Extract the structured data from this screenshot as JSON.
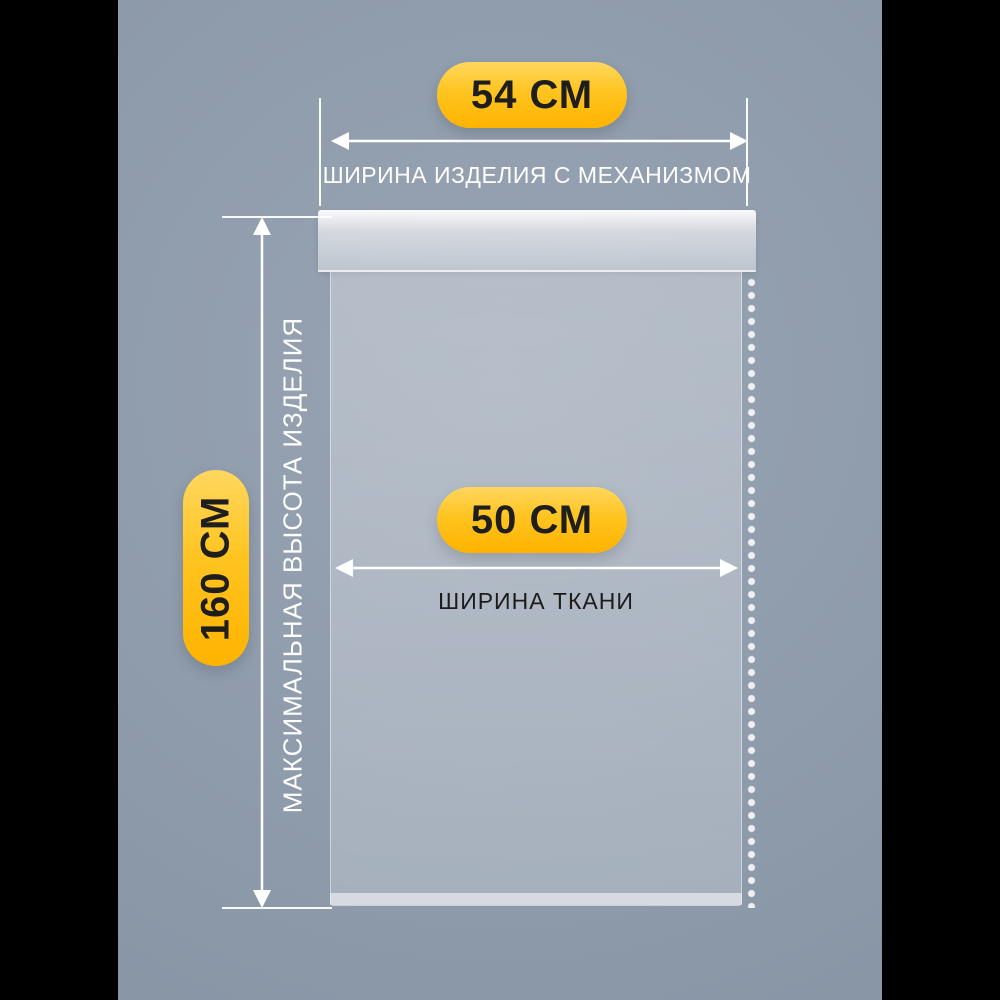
{
  "diagram": {
    "title_context": "roller-blind-dimensions",
    "dimensions": {
      "width_with_mechanism": {
        "value": "54 СМ",
        "label": "ШИРИНА ИЗДЕЛИЯ С МЕХАНИЗМОМ"
      },
      "max_height": {
        "value": "160 СМ",
        "label": "МАКСИМАЛЬНАЯ ВЫСОТА ИЗДЕЛИЯ"
      },
      "fabric_width": {
        "value": "50 СМ",
        "label": "ШИРИНА ТКАНИ"
      }
    },
    "colors": {
      "badge_yellow_top": "#FFD75E",
      "badge_yellow_bottom": "#FFB300",
      "badge_text": "#1E1E1E",
      "background_slate": "#8D9AAA",
      "side_bars": "#000000",
      "arrow_and_label_white": "#FFFFFF",
      "fabric_label_dark": "#1C1C1C"
    }
  }
}
